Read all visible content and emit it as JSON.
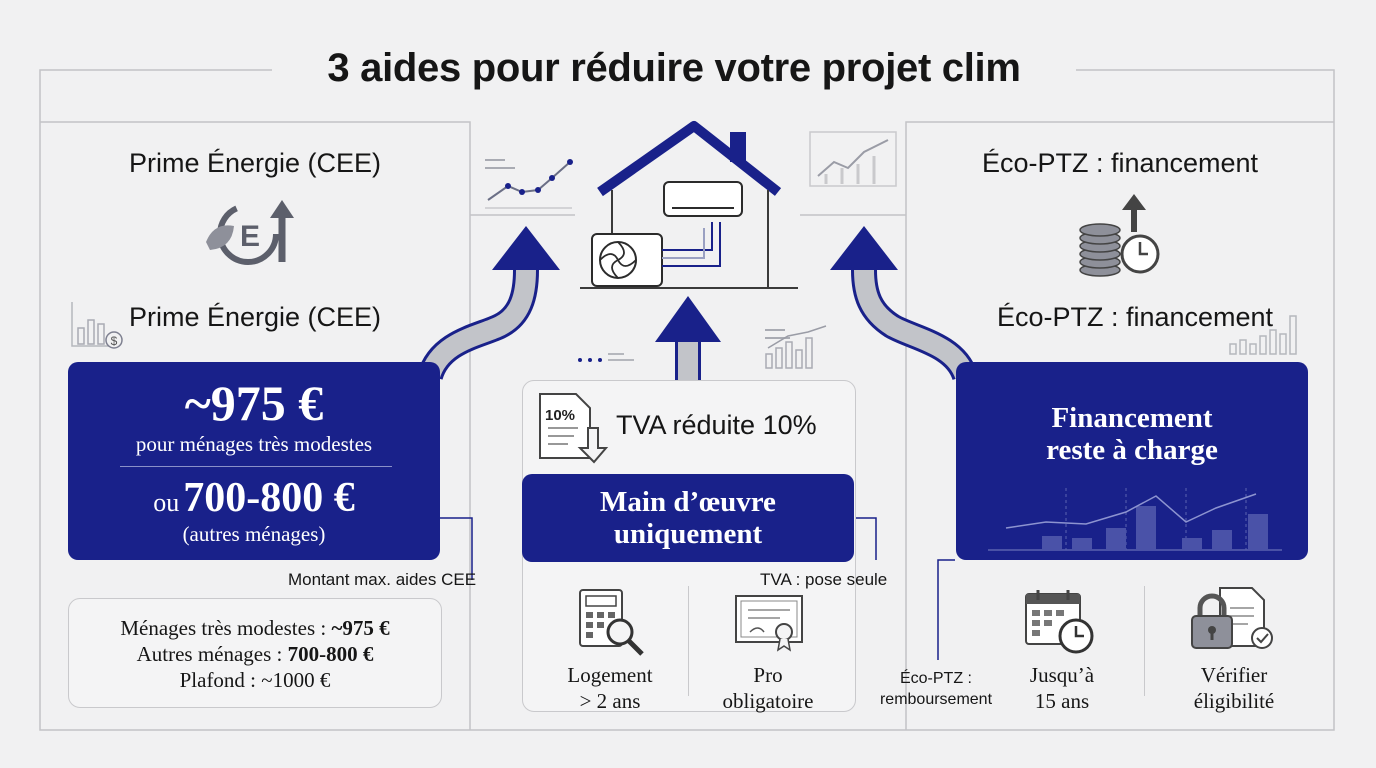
{
  "title": "3 aides pour réduire votre projet clim",
  "colors": {
    "navy": "#19218a",
    "background": "#f1f1f2",
    "line": "#c3c3c6",
    "grey_arrow": "#b9bbc0"
  },
  "left": {
    "heading": "Prime Énergie (CEE)",
    "heading_repeat": "Prime Énergie (CEE)",
    "icon_letter": "E",
    "box": {
      "amount_main": "~975 €",
      "amount_main_caption": "pour ménages très modestes",
      "or_word": "ou",
      "amount_alt": "700-800 €",
      "amount_alt_caption": "(autres ménages)"
    },
    "note": "Montant max. aides CEE",
    "summary": {
      "row1_label": "Ménages très modestes : ",
      "row1_value": "~975 €",
      "row2_label": "Autres ménages : ",
      "row2_value": "700-800 €",
      "row3": "Plafond : ~1000 €"
    }
  },
  "center": {
    "tva_doc_label": "10%",
    "tva_title": "TVA réduite 10%",
    "box_text_line1": "Main d’œuvre",
    "box_text_line2": "uniquement",
    "note": "TVA : pose seule",
    "items": [
      {
        "icon": "calculator-magnifier-icon",
        "line1": "Logement",
        "line2": "> 2 ans"
      },
      {
        "icon": "certificate-icon",
        "line1": "Pro",
        "line2": "obligatoire"
      }
    ]
  },
  "right": {
    "heading": "Éco-PTZ : financement",
    "heading_repeat": "Éco-PTZ : financement",
    "box_line1": "Financement",
    "box_line2": "reste à charge",
    "note_line1": "Éco-PTZ :",
    "note_line2": "remboursement",
    "items": [
      {
        "icon": "calendar-clock-icon",
        "line1": "Jusqu’à",
        "line2": "15 ans"
      },
      {
        "icon": "lock-document-icon",
        "line1": "Vérifier",
        "line2": "éligibilité"
      }
    ]
  }
}
